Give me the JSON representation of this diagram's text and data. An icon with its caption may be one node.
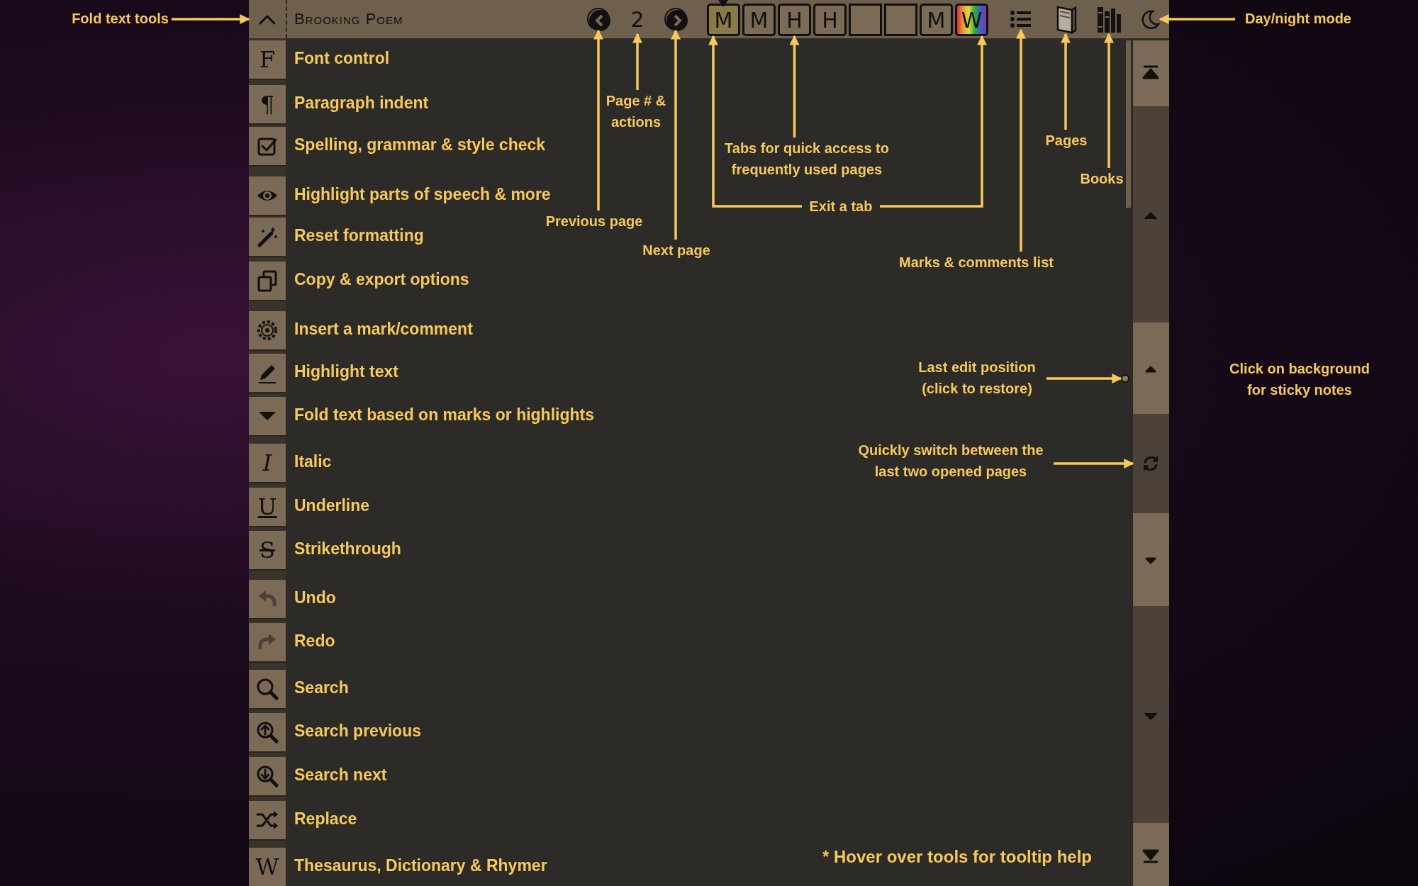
{
  "diagram": {
    "nodes": [
      {
        "text": [
          "Fold text tools"
        ]
      },
      {
        "text": [],
        "shape": "box"
      },
      {
        "text": [],
        "shape": "circle"
      },
      {
        "text": [
          "2"
        ]
      },
      {
        "text": [],
        "shape": "circle"
      },
      {
        "text": [
          "M"
        ]
      },
      {
        "text": [
          "M"
        ]
      },
      {
        "text": [
          "H"
        ]
      },
      {
        "text": [
          "H"
        ]
      },
      {
        "text": [],
        "shape": "box"
      },
      {
        "text": [],
        "shape": "box"
      },
      {
        "text": [
          "M"
        ]
      },
      {
        "text": [
          "W"
        ]
      },
      {
        "text": [],
        "shape": "picture"
      },
      {
        "text": [],
        "shape": "picture"
      },
      {
        "text": [],
        "shape": "picture"
      },
      {
        "text": [],
        "shape": "picture"
      },
      {
        "text": [
          "Day/night mode"
        ]
      },
      {
        "text": [
          "Previous page"
        ]
      },
      {
        "text": [
          "Page # & actions"
        ]
      },
      {
        "text": [
          "Next page"
        ]
      },
      {
        "text": [
          "Tabs for quick access to frequently used pages"
        ]
      },
      {
        "text": [
          "Exit a tab"
        ]
      },
      {
        "text": [
          "Marks & comments list"
        ]
      },
      {
        "text": [
          "Pages"
        ]
      },
      {
        "text": [
          "Books"
        ]
      },
      {
        "text": [
          "F"
        ],
        "beside": [
          "Font control"
        ]
      },
      {
        "text": [
          "¶"
        ],
        "beside": [
          "Paragraph indent"
        ]
      },
      {
        "text": [],
        "shape": "box",
        "beside": [
          "Spelling, grammar & style check"
        ]
      },
      {
        "text": [],
        "shape": "box",
        "beside": [
          "Highlight parts of speech & more"
        ]
      },
      {
        "text": [],
        "shape": "box",
        "beside": [
          "Reset formatting"
        ]
      },
      {
        "text": [],
        "shape": "box",
        "beside": [
          "Copy & export options"
        ]
      },
      {
        "text": [],
        "shape": "box",
        "beside": [
          "Insert a mark/comment"
        ]
      },
      {
        "text": [],
        "shape": "box",
        "beside": [
          "Highlight text"
        ]
      },
      {
        "text": [],
        "shape": "box",
        "beside": [
          "Fold text based on marks or highlights"
        ]
      },
      {
        "text": [
          "I"
        ],
        "beside": [
          "Italic"
        ]
      },
      {
        "text": [
          "U"
        ],
        "beside": [
          "Underline"
        ]
      },
      {
        "text": [
          "S"
        ],
        "beside": [
          "Strikethrough"
        ]
      },
      {
        "text": [],
        "shape": "box",
        "beside": [
          "Undo"
        ]
      },
      {
        "text": [],
        "shape": "box",
        "beside": [
          "Redo"
        ]
      },
      {
        "text": [],
        "shape": "box",
        "beside": [
          "Search"
        ]
      },
      {
        "text": [],
        "shape": "box",
        "beside": [
          "Search previous"
        ]
      },
      {
        "text": [],
        "shape": "box",
        "beside": [
          "Search next"
        ]
      },
      {
        "text": [],
        "shape": "box",
        "beside": [
          "Replace"
        ]
      },
      {
        "text": [
          "W"
        ],
        "beside": [
          "Thesaurus, Dictionary & Rhymer"
        ]
      },
      {
        "text": [],
        "shape": "circle"
      },
      {
        "text": [],
        "shape": "box"
      },
      {
        "text": [
          "Last edit position (click to restore)"
        ]
      },
      {
        "text": [
          "Quickly switch between the last two opened pages"
        ]
      }
    ],
    "edges": [
      {
        "from": 0,
        "to": 1,
        "arrow": "to"
      },
      {
        "from": 18,
        "to": 2,
        "arrow": "to"
      },
      {
        "from": 19,
        "to": 3,
        "arrow": "to"
      },
      {
        "from": 20,
        "to": 4,
        "arrow": "to"
      },
      {
        "from": 21,
        "to": 7,
        "arrow": "to"
      },
      {
        "from": 22,
        "to": 5,
        "arrow": "to"
      },
      {
        "from": 22,
        "to": 12,
        "arrow": "to"
      },
      {
        "from": 23,
        "to": 13,
        "arrow": "to"
      },
      {
        "from": 24,
        "to": 14,
        "arrow": "to"
      },
      {
        "from": 25,
        "to": 15,
        "arrow": "to"
      },
      {
        "from": 17,
        "to": 16,
        "arrow": "to"
      },
      {
        "from": 47,
        "to": 45,
        "arrow": "to"
      },
      {
        "from": 48,
        "to": 46,
        "arrow": "to"
      }
    ],
    "labels": [
      "Brooking Poem",
      "Click on background for sticky notes",
      "* Hover over tools for tooltip help"
    ]
  }
}
